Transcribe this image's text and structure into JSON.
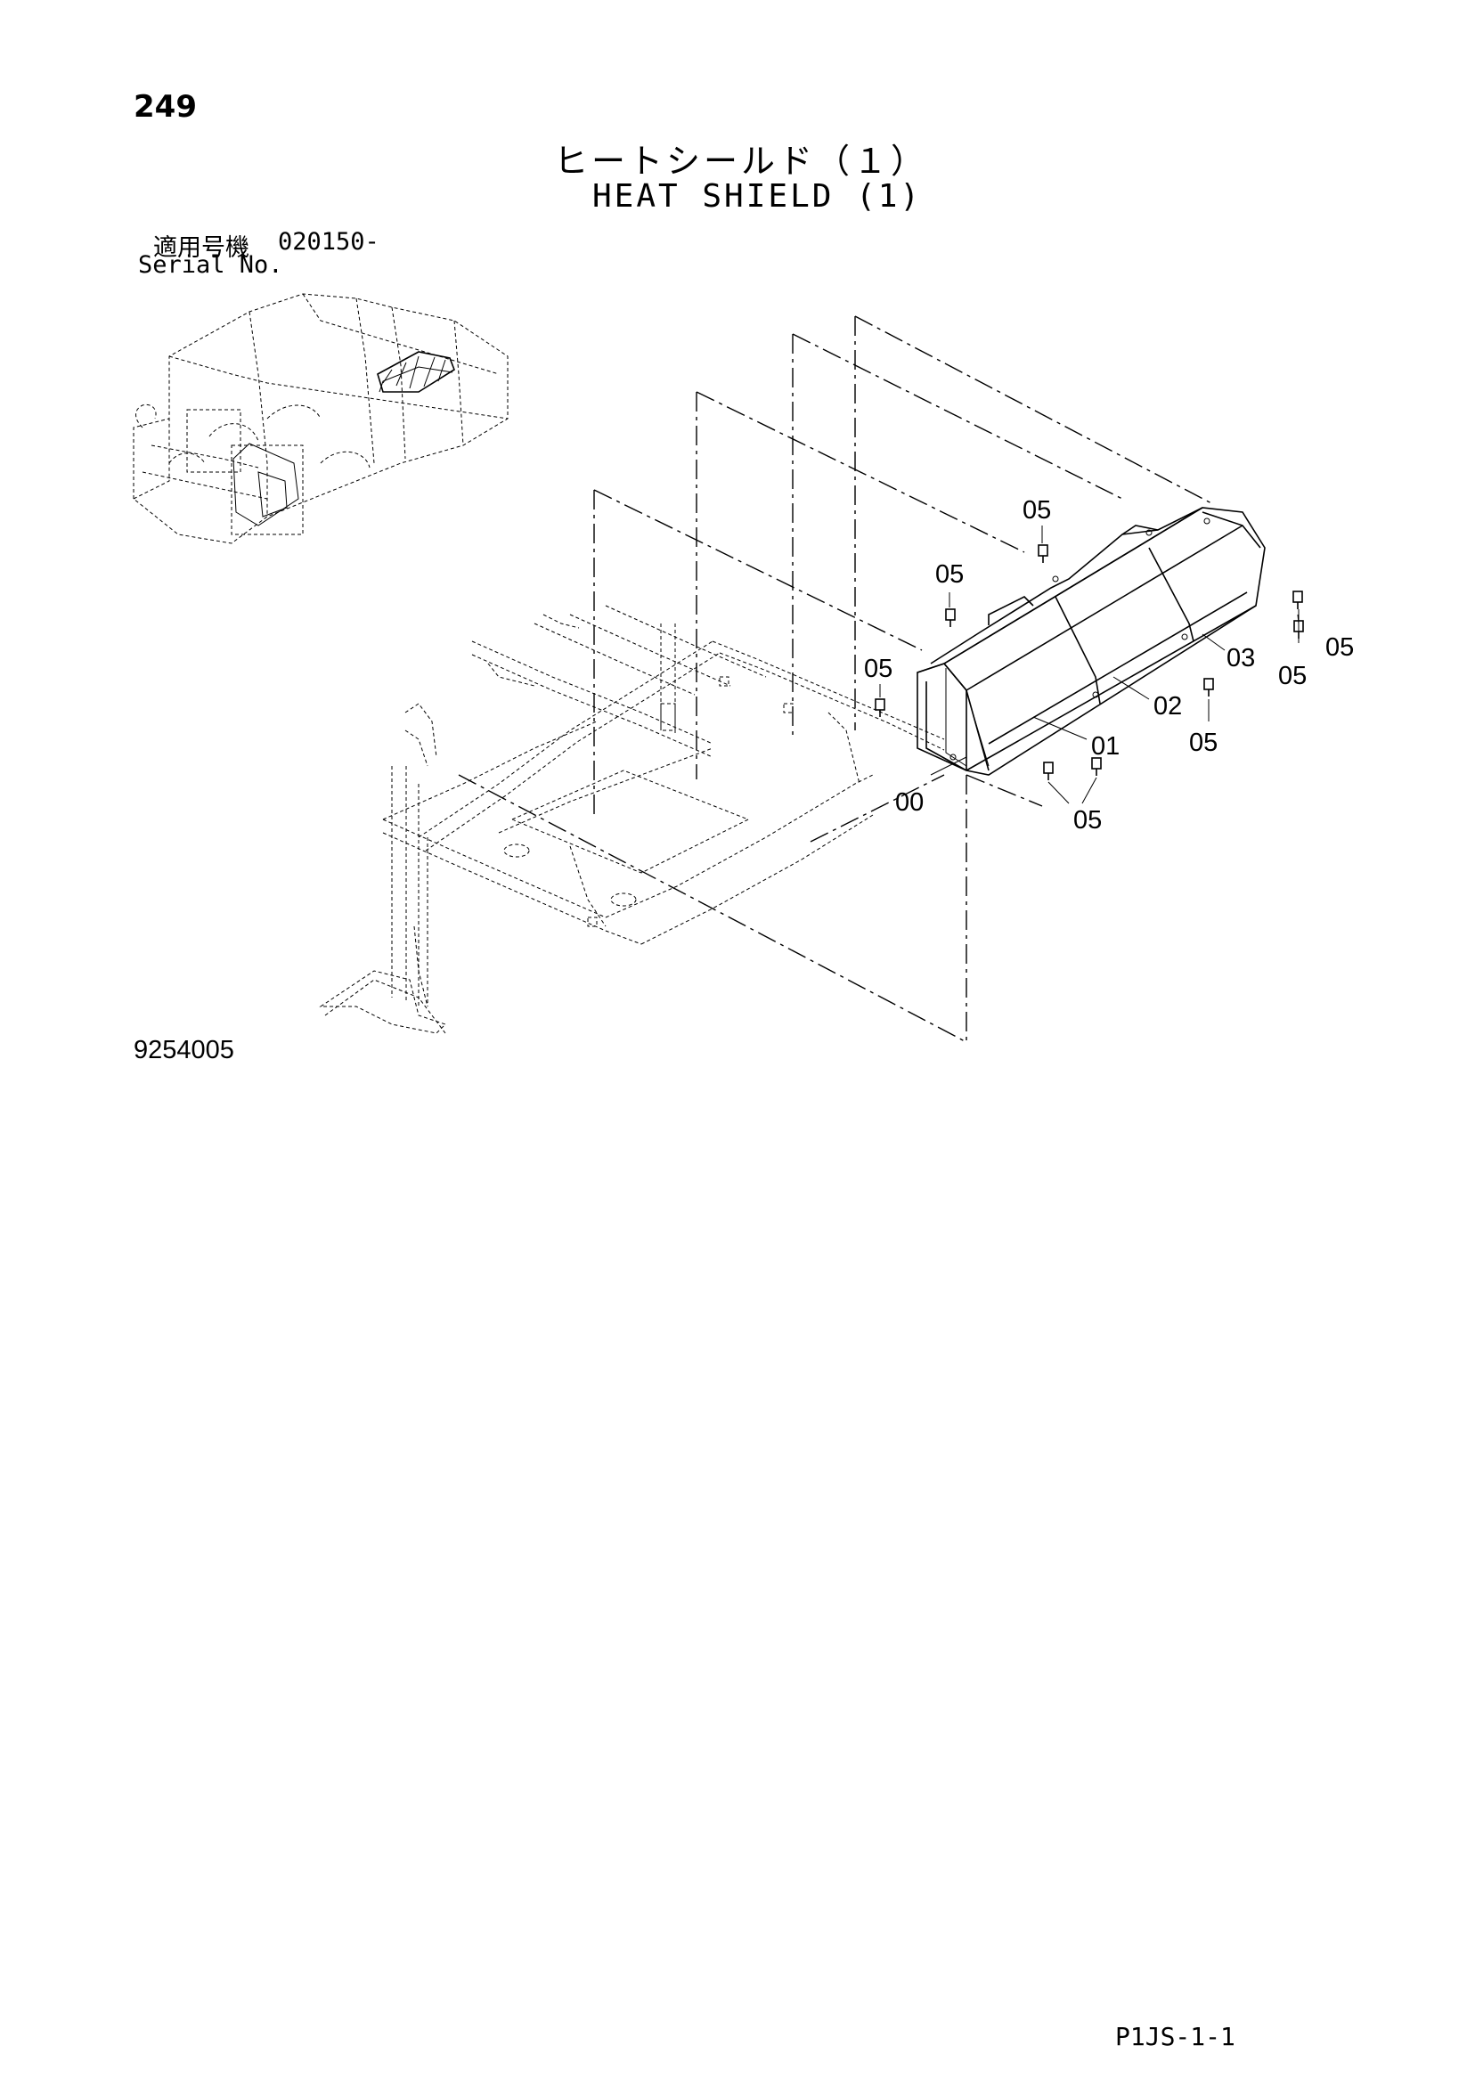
{
  "page": {
    "number": "249",
    "title_jp": "ヒートシールド（１）",
    "title_en": "HEAT SHIELD (1)",
    "serial_label_jp": "適用号機",
    "serial_value": "020150-",
    "serial_label_en": "Serial No.",
    "figure_number": "9254005",
    "page_code": "P1JS-1-1"
  },
  "callouts": {
    "c00": "00",
    "c01": "01",
    "c02": "02",
    "c03": "03",
    "c05_top": "05",
    "c05_upper": "05",
    "c05_left": "05",
    "c05_right1": "05",
    "c05_right2": "05",
    "c05_mid": "05",
    "c05_bottom": "05"
  }
}
